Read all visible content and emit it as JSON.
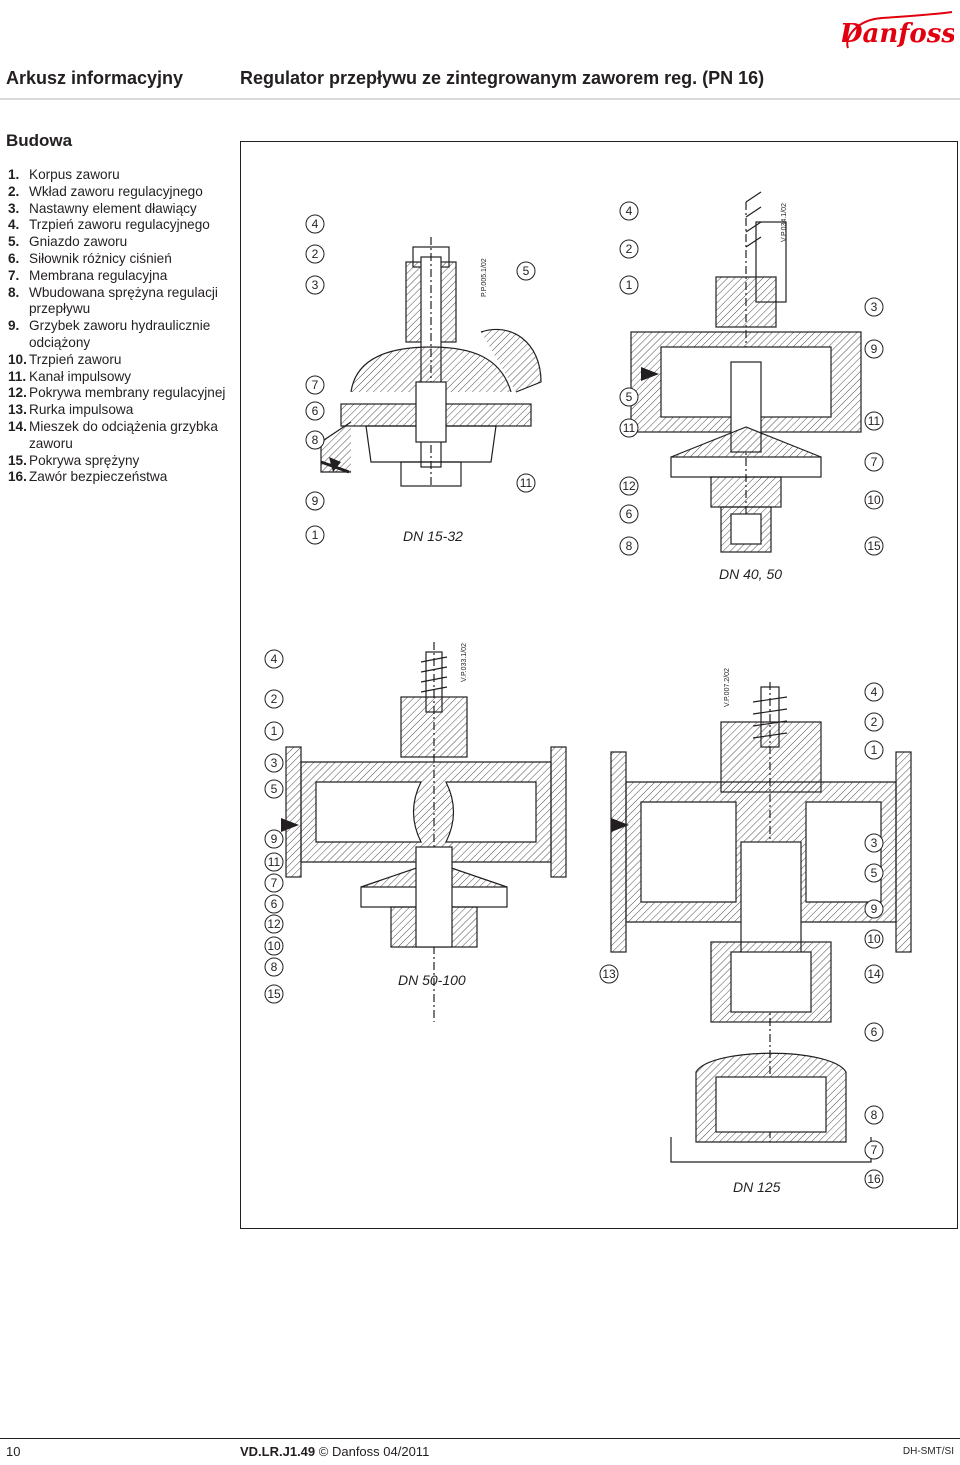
{
  "brand": {
    "logo_text": "Danfoss",
    "brand_color": "#e2000f"
  },
  "header": {
    "doc_type": "Arkusz informacyjny",
    "title": "Regulator przepływu ze zintegrowanym zaworem reg. (PN 16)",
    "rule_color": "#d7d9da"
  },
  "section": {
    "title": "Budowa",
    "parts": [
      {
        "num": "1.",
        "text": "Korpus zaworu"
      },
      {
        "num": "2.",
        "text": "Wkład zaworu regulacyjnego"
      },
      {
        "num": "3.",
        "text": "Nastawny element dławiący"
      },
      {
        "num": "4.",
        "text": "Trzpień zaworu regulacyjnego"
      },
      {
        "num": "5.",
        "text": "Gniazdo zaworu"
      },
      {
        "num": "6.",
        "text": "Siłownik różnicy ciśnień"
      },
      {
        "num": "7.",
        "text": "Membrana regulacyjna"
      },
      {
        "num": "8.",
        "text": "Wbudowana sprężyna regulacji przepływu"
      },
      {
        "num": "9.",
        "text": "Grzybek zaworu hydraulicznie odciążony"
      },
      {
        "num": "10.",
        "text": "Trzpień zaworu"
      },
      {
        "num": "11.",
        "text": "Kanał impulsowy"
      },
      {
        "num": "12.",
        "text": "Pokrywa membrany regulacyjnej"
      },
      {
        "num": "13.",
        "text": "Rurka impulsowa"
      },
      {
        "num": "14.",
        "text": "Mieszek do odciążenia grzybka zaworu"
      },
      {
        "num": "15.",
        "text": "Pokrywa sprężyny"
      },
      {
        "num": "16.",
        "text": "Zawór bezpieczeństwa"
      }
    ]
  },
  "drawings": {
    "dn15": {
      "caption": "DN 15-32",
      "code": "P.P.005.1/02",
      "callouts_left": [
        "4",
        "2",
        "3",
        "7",
        "6",
        "8",
        "9",
        "1"
      ],
      "callouts_right": [
        "5",
        "11"
      ]
    },
    "dn40": {
      "caption": "DN 40, 50",
      "code": "V.P.034.1/02",
      "callouts_left": [
        "4",
        "2",
        "1",
        "5",
        "11",
        "12",
        "6",
        "8"
      ],
      "callouts_right": [
        "3",
        "9",
        "11",
        "7",
        "10",
        "15"
      ]
    },
    "dn50": {
      "caption": "DN 50-100",
      "code": "V.P.033.1/02",
      "callouts_left": [
        "4",
        "2",
        "1",
        "3",
        "5",
        "9",
        "11",
        "7",
        "6",
        "12",
        "10",
        "8",
        "15"
      ]
    },
    "dn125": {
      "caption": "DN 125",
      "code": "V.P.007.2/02",
      "callouts_left": [
        "13"
      ],
      "callouts_right": [
        "4",
        "2",
        "1",
        "3",
        "5",
        "9",
        "10",
        "14",
        "6",
        "8",
        "7",
        "16"
      ]
    }
  },
  "footer": {
    "page": "10",
    "doc_code": "VD.LR.J1.49",
    "copyright": "© Danfoss 04/2011",
    "dept": "DH-SMT/SI"
  }
}
